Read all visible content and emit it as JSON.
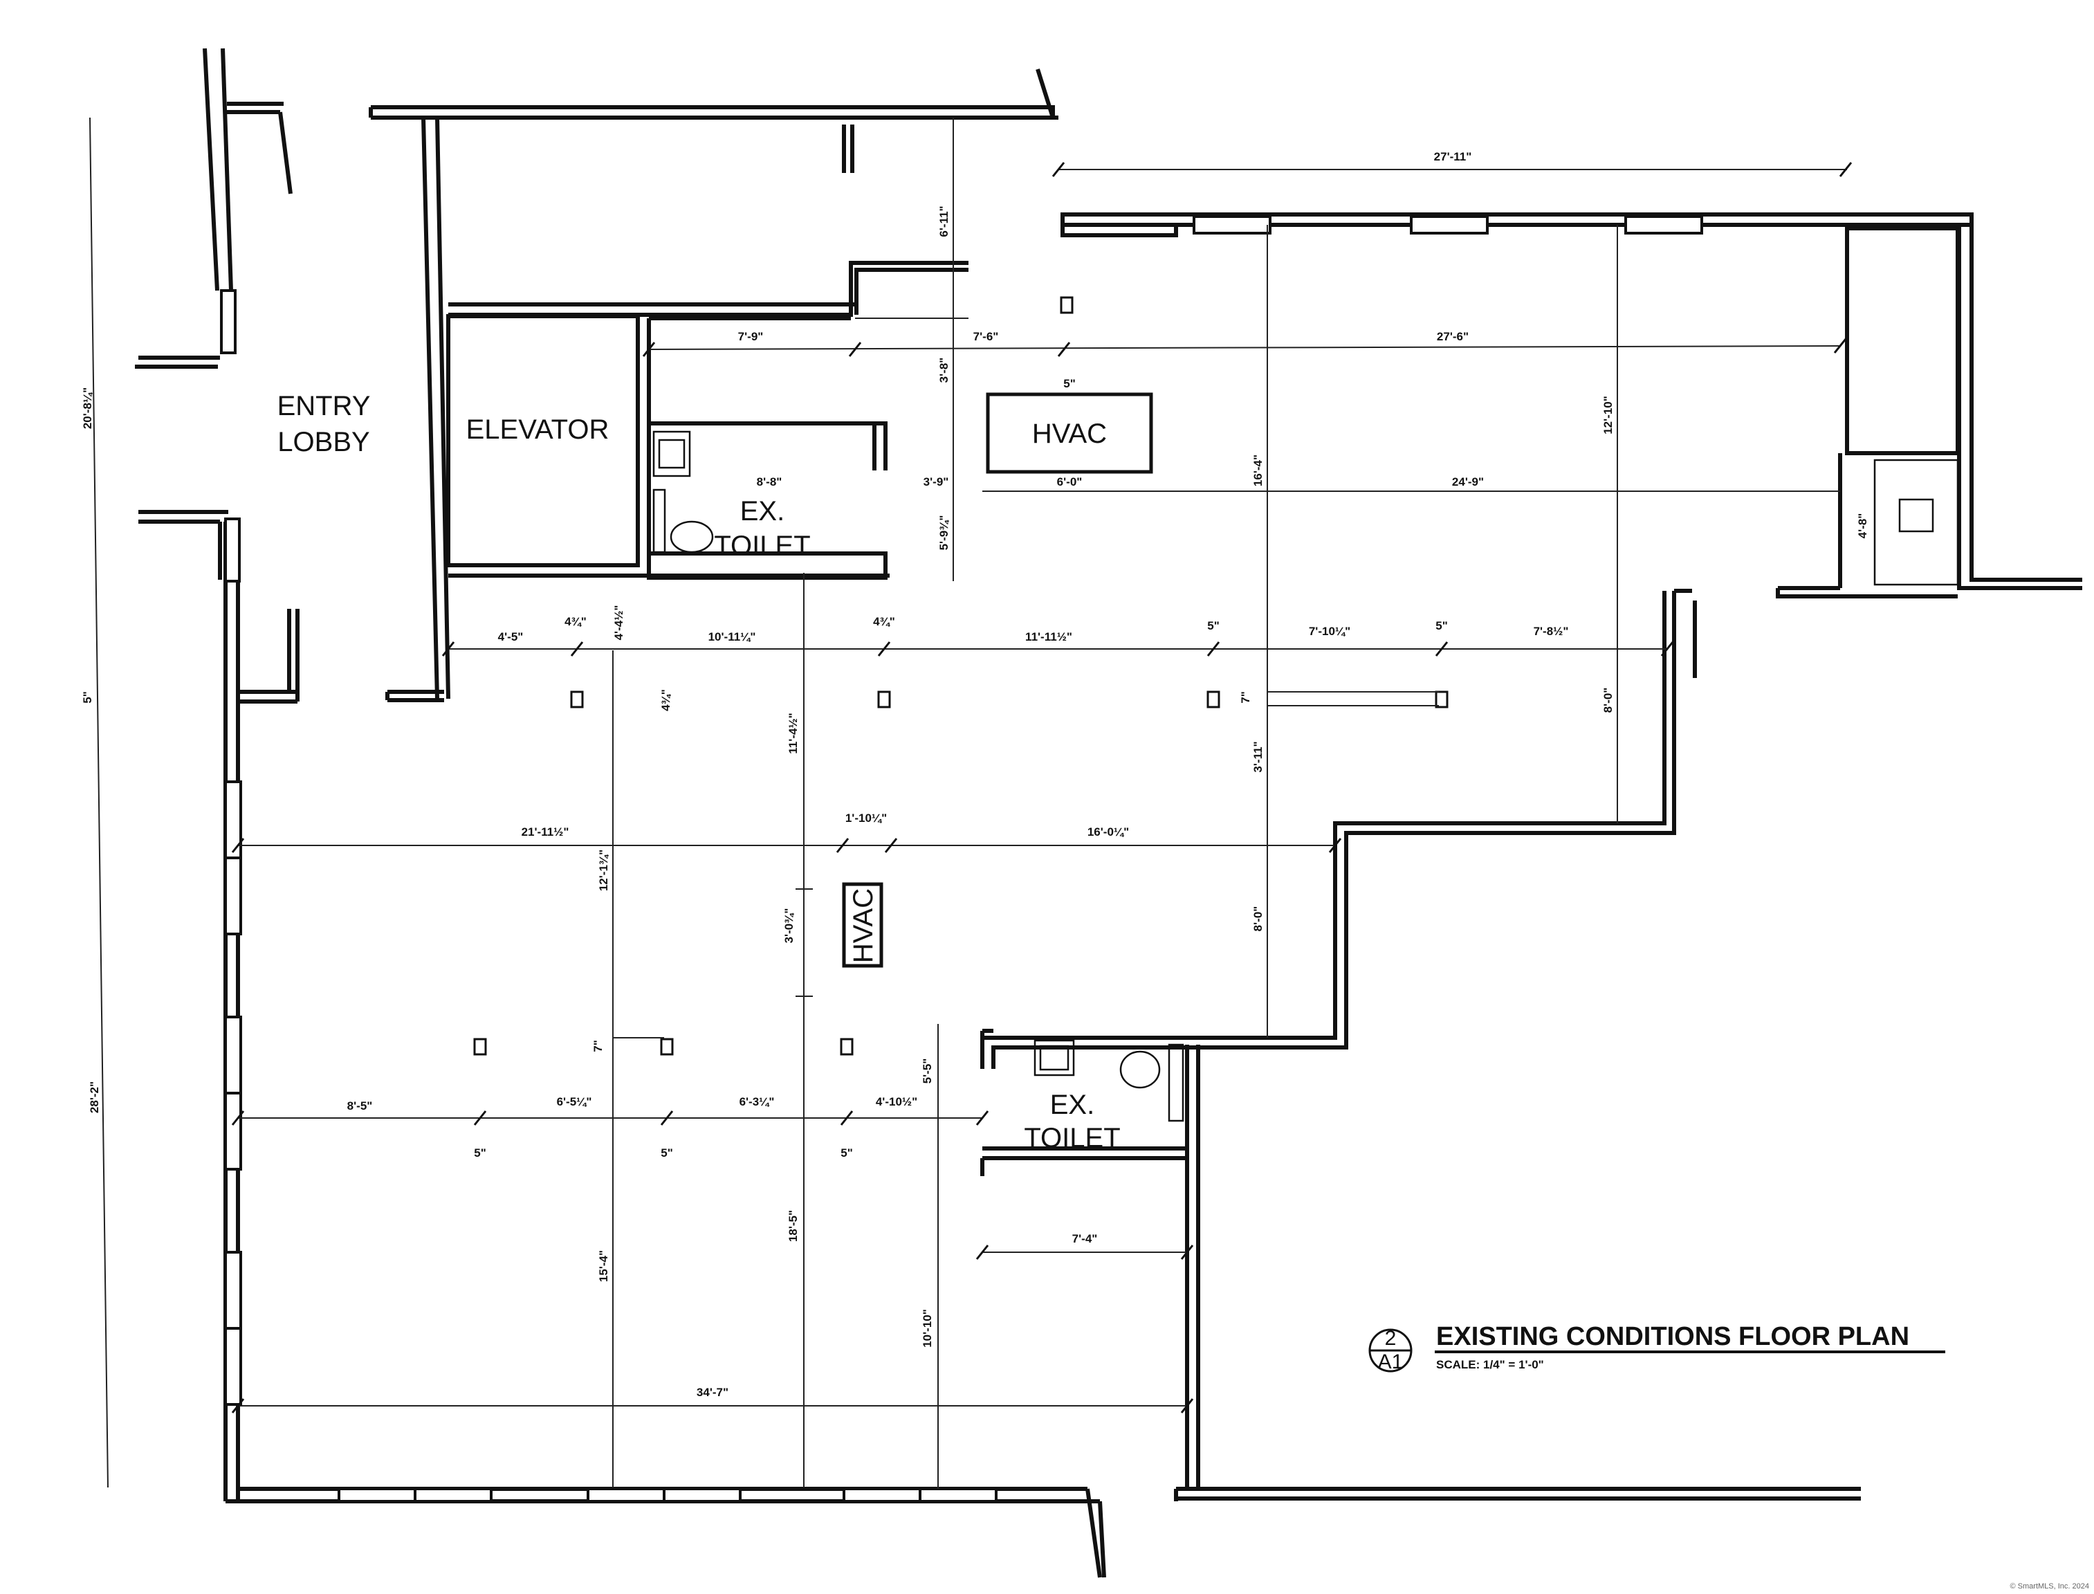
{
  "rooms": {
    "entry_lobby_line1": "ENTRY",
    "entry_lobby_line2": "LOBBY",
    "elevator": "ELEVATOR",
    "hvac_top": "HVAC",
    "hvac_mid": "HVAC",
    "toilet_top_line1": "EX.",
    "toilet_top_line2": "TOILET",
    "toilet_bottom_line1": "EX.",
    "toilet_bottom_line2": "TOILET"
  },
  "dimensions": {
    "d_27_11": "27'-11\"",
    "d_6_11": "6'-11\"",
    "d_7_9": "7'-9\"",
    "d_7_6": "7'-6\"",
    "d_27_6": "27'-6\"",
    "d_3_8": "3'-8\"",
    "d_5_hvac": "5\"",
    "d_12_10": "12'-10\"",
    "d_8_8": "8'-8\"",
    "d_3_9": "3'-9\"",
    "d_6_0": "6'-0\"",
    "d_24_9": "24'-9\"",
    "d_16_4": "16'-4\"",
    "d_5_9_3_4": "5'-9¾\"",
    "d_4_8": "4'-8\"",
    "d_20_8_1_4": "20'-8¼\"",
    "d_4_5": "4'-5\"",
    "d_4_3_4_a": "4¾\"",
    "d_4_4_1_2": "4'-4½\"",
    "d_10_11_1_4": "10'-11¼\"",
    "d_4_3_4_b": "4¾\"",
    "d_11_11_1_2": "11'-11½\"",
    "d_5_a": "5\"",
    "d_7_10_1_4": "7'-10¼\"",
    "d_5_b": "5\"",
    "d_7_8_1_2": "7'-8½\"",
    "d_5_left": "5\"",
    "d_4_3_4_c": "4¾\"",
    "d_11_4_1_2": "11'-4½\"",
    "d_7_top": "7\"",
    "d_3_11": "3'-11\"",
    "d_8_0_a": "8'-0\"",
    "d_21_11_1_2": "21'-11½\"",
    "d_1_10_1_4": "1'-10¼\"",
    "d_16_0_1_4": "16'-0¼\"",
    "d_12_1_3_4": "12'-1¾\"",
    "d_3_0_3_4": "3'-0¾\"",
    "d_8_0_b": "8'-0\"",
    "d_7_mid": "7\"",
    "d_5_5": "5'-5\"",
    "d_28_2": "28'-2\"",
    "d_8_5": "8'-5\"",
    "d_6_5_1_4": "6'-5¼\"",
    "d_6_3_1_4": "6'-3¼\"",
    "d_4_10_1_2": "4'-10½\"",
    "d_5_c": "5\"",
    "d_5_d": "5\"",
    "d_5_e": "5\"",
    "d_7_4": "7'-4\"",
    "d_18_5": "18'-5\"",
    "d_15_4": "15'-4\"",
    "d_10_10": "10'-10\"",
    "d_34_7": "34'-7\""
  },
  "title_block": {
    "number": "2",
    "sheet": "A1",
    "title": "EXISTING CONDITIONS FLOOR PLAN",
    "scale": "SCALE: 1/4\" = 1'-0\""
  },
  "watermark": "© SmartMLS, Inc. 2024"
}
